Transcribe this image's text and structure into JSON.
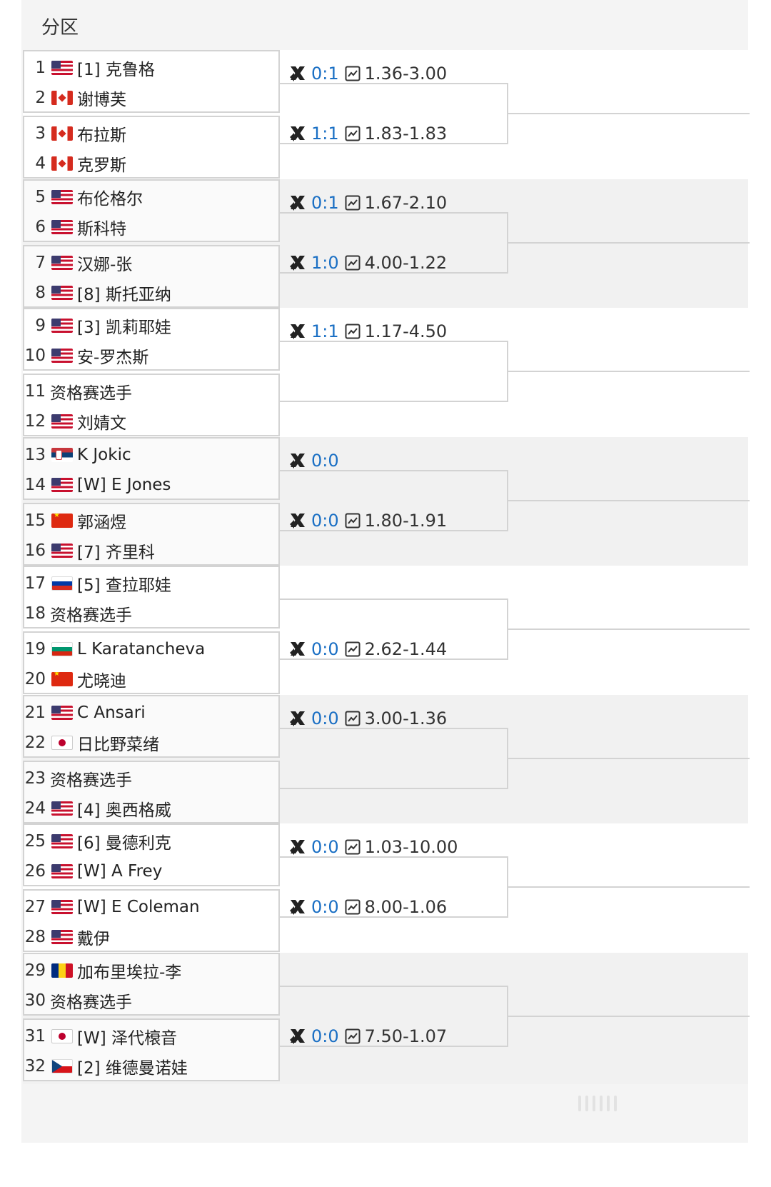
{
  "title": "分区",
  "colors": {
    "score": "#1a6fc4",
    "border": "#d3d3d3",
    "icon": "#222222"
  },
  "blocks": [
    {
      "players": [
        {
          "num": "1",
          "flag": "us",
          "name": "[1] 克鲁格"
        },
        {
          "num": "2",
          "flag": "ca",
          "name": "谢博芙"
        },
        {
          "num": "3",
          "flag": "ca",
          "name": "布拉斯"
        },
        {
          "num": "4",
          "flag": "ca",
          "name": "克罗斯"
        }
      ],
      "matches": [
        {
          "score": "0:1",
          "odds": "1.36-3.00",
          "chart": true
        },
        {
          "score": "1:1",
          "odds": "1.83-1.83",
          "chart": true
        }
      ]
    },
    {
      "players": [
        {
          "num": "5",
          "flag": "us",
          "name": "布伦格尔"
        },
        {
          "num": "6",
          "flag": "us",
          "name": "斯科特"
        },
        {
          "num": "7",
          "flag": "us",
          "name": "汉娜-张"
        },
        {
          "num": "8",
          "flag": "us",
          "name": "[8] 斯托亚纳"
        }
      ],
      "matches": [
        {
          "score": "0:1",
          "odds": "1.67-2.10",
          "chart": true
        },
        {
          "score": "1:0",
          "odds": "4.00-1.22",
          "chart": true
        }
      ]
    },
    {
      "players": [
        {
          "num": "9",
          "flag": "us",
          "name": "[3] 凯莉耶娃"
        },
        {
          "num": "10",
          "flag": "us",
          "name": "安-罗杰斯"
        },
        {
          "num": "11",
          "flag": "",
          "name": "资格赛选手"
        },
        {
          "num": "12",
          "flag": "us",
          "name": "刘婧文"
        }
      ],
      "matches": [
        {
          "score": "1:1",
          "odds": "1.17-4.50",
          "chart": true
        },
        null
      ]
    },
    {
      "players": [
        {
          "num": "13",
          "flag": "rs",
          "name": "K Jokic"
        },
        {
          "num": "14",
          "flag": "us",
          "name": "[W] E Jones"
        },
        {
          "num": "15",
          "flag": "cn",
          "name": "郭涵煜"
        },
        {
          "num": "16",
          "flag": "us",
          "name": "[7] 齐里科"
        }
      ],
      "matches": [
        {
          "score": "0:0",
          "odds": "",
          "chart": false
        },
        {
          "score": "0:0",
          "odds": "1.80-1.91",
          "chart": true
        }
      ]
    },
    {
      "players": [
        {
          "num": "17",
          "flag": "ru",
          "name": "[5] 查拉耶娃"
        },
        {
          "num": "18",
          "flag": "",
          "name": "资格赛选手"
        },
        {
          "num": "19",
          "flag": "bg",
          "name": "L Karatancheva"
        },
        {
          "num": "20",
          "flag": "cn",
          "name": "尤晓迪"
        }
      ],
      "matches": [
        null,
        {
          "score": "0:0",
          "odds": "2.62-1.44",
          "chart": true
        }
      ]
    },
    {
      "players": [
        {
          "num": "21",
          "flag": "us",
          "name": "C Ansari"
        },
        {
          "num": "22",
          "flag": "jp",
          "name": "日比野菜绪"
        },
        {
          "num": "23",
          "flag": "",
          "name": "资格赛选手"
        },
        {
          "num": "24",
          "flag": "us",
          "name": "[4] 奥西格威"
        }
      ],
      "matches": [
        {
          "score": "0:0",
          "odds": "3.00-1.36",
          "chart": true
        },
        null
      ]
    },
    {
      "players": [
        {
          "num": "25",
          "flag": "us",
          "name": "[6] 曼德利克"
        },
        {
          "num": "26",
          "flag": "us",
          "name": "[W] A Frey"
        },
        {
          "num": "27",
          "flag": "us",
          "name": "[W] E Coleman"
        },
        {
          "num": "28",
          "flag": "us",
          "name": "戴伊"
        }
      ],
      "matches": [
        {
          "score": "0:0",
          "odds": "1.03-10.00",
          "chart": true
        },
        {
          "score": "0:0",
          "odds": "8.00-1.06",
          "chart": true
        }
      ]
    },
    {
      "players": [
        {
          "num": "29",
          "flag": "ro",
          "name": "加布里埃拉-李"
        },
        {
          "num": "30",
          "flag": "",
          "name": "资格赛选手"
        },
        {
          "num": "31",
          "flag": "jp",
          "name": "[W] 泽代榱音"
        },
        {
          "num": "32",
          "flag": "cz",
          "name": "[2] 维德曼诺娃"
        }
      ],
      "matches": [
        null,
        {
          "score": "0:0",
          "odds": "7.50-1.07",
          "chart": true
        }
      ]
    }
  ]
}
